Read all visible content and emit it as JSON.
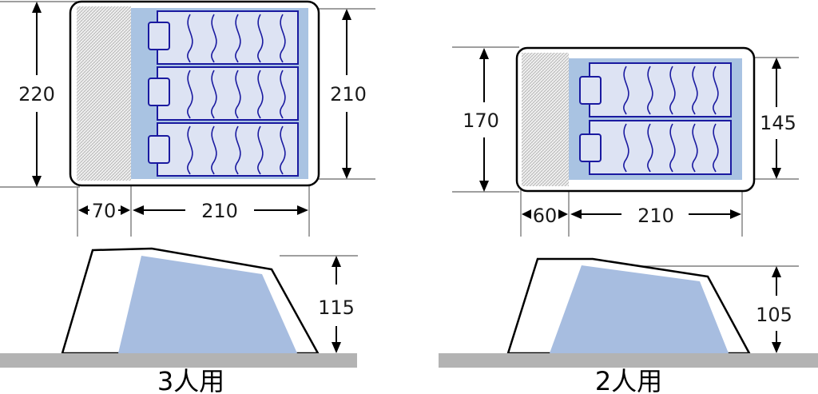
{
  "colors": {
    "tent_floor": "#a9c3e2",
    "sleeping_pad": "#dde3f3",
    "pad_outline": "#1a1aa0",
    "tent_side": "#a7bde0",
    "ground": "#b3b3b3",
    "vestibule_hatch": "#d9d9d9"
  },
  "tent_3p": {
    "caption": "3人用",
    "total_depth": "220",
    "inner_depth": "210",
    "vestibule_width": "70",
    "inner_width": "210",
    "height": "115",
    "pads": 3
  },
  "tent_2p": {
    "caption": "2人用",
    "total_depth": "170",
    "inner_depth": "145",
    "vestibule_width": "60",
    "inner_width": "210",
    "height": "105",
    "pads": 2
  }
}
